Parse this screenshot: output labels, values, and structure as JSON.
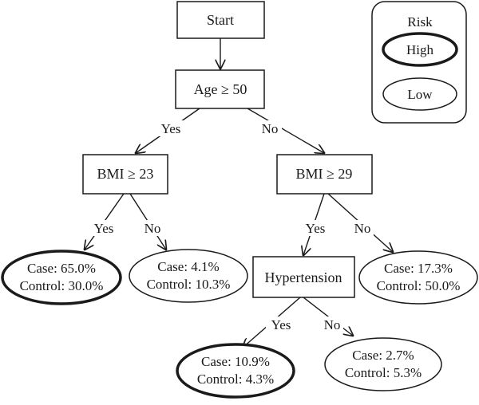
{
  "nodes": {
    "start": "Start",
    "age": "Age ≥ 50",
    "bmi23": "BMI  ≥ 23",
    "bmi29": "BMI  ≥ 29",
    "hypertension": "Hypertension"
  },
  "edges": {
    "age_yes": "Yes",
    "age_no": "No",
    "bmi23_yes": "Yes",
    "bmi23_no": "No",
    "bmi29_yes": "Yes",
    "bmi29_no": "No",
    "hyp_yes": "Yes",
    "hyp_no": "No"
  },
  "leaves": {
    "l1": {
      "case": "Case: 65.0%",
      "control": "Control: 30.0%",
      "risk": "High"
    },
    "l2": {
      "case": "Case: 4.1%",
      "control": "Control: 10.3%",
      "risk": "Low"
    },
    "l3": {
      "case": "Case: 17.3%",
      "control": "Control: 50.0%",
      "risk": "Low"
    },
    "l4": {
      "case": "Case: 10.9%",
      "control": "Control: 4.3%",
      "risk": "High"
    },
    "l5": {
      "case": "Case: 2.7%",
      "control": "Control: 5.3%",
      "risk": "Low"
    }
  },
  "legend": {
    "title": "Risk",
    "high": "High",
    "low": "Low"
  }
}
